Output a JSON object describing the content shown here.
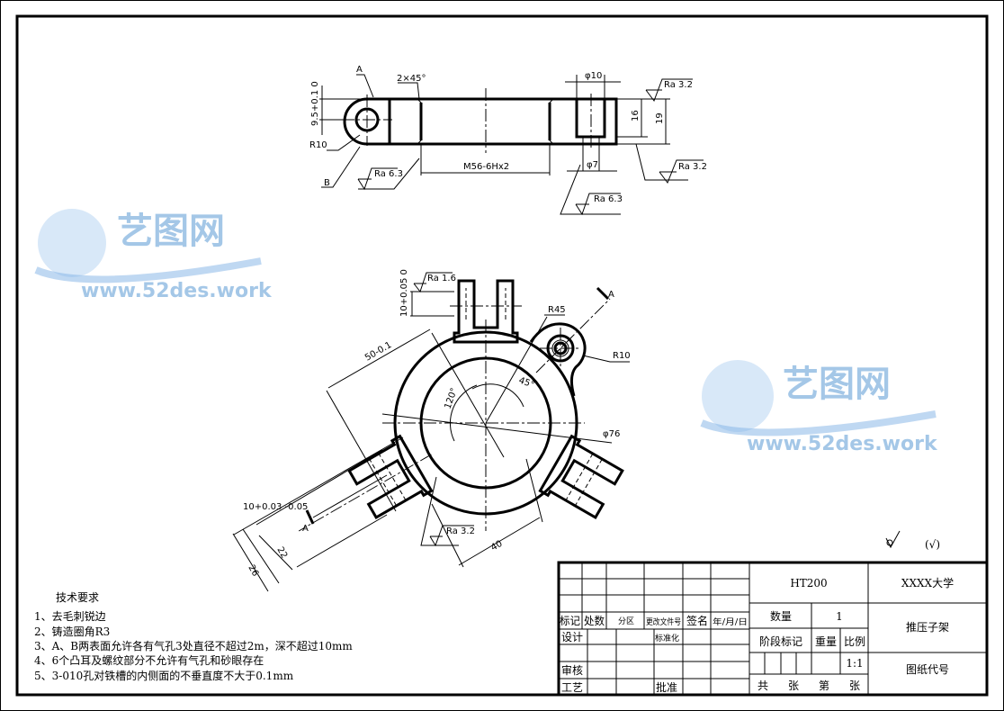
{
  "title_block": {
    "material": "HT200",
    "school": "XXXX大学",
    "part_name": "推压子架",
    "drawing_no_label": "图纸代号",
    "quantity_label": "数量",
    "quantity_value": "1",
    "stage_label": "阶段标记",
    "weight_label": "重量",
    "scale_label": "比例",
    "scale_value": "1:1",
    "sheets": [
      "共",
      "张",
      "第",
      "张"
    ],
    "revision_headers": [
      "标记",
      "处数",
      "分区",
      "更改文件号",
      "签名",
      "年/月/日"
    ],
    "roles": {
      "design": "设计",
      "standard": "标准化",
      "review": "审核",
      "process": "工艺",
      "approve": "批准"
    }
  },
  "notes": {
    "title": "技术要求",
    "items": [
      "1、去毛刺锐边",
      "2、铸造圈角R3",
      "3、A、B两表面允许各有气孔3处直径不超过2m，深不超过10mm",
      "4、6个凸耳及螺纹部分不允许有气孔和砂眼存在",
      "5、3-010孔对铁槽的内侧面的不垂直度不大于0.1mm"
    ]
  },
  "top_view": {
    "label_a": "A",
    "label_b": "B",
    "chamfer": "2×45°",
    "dia10": "φ10",
    "dia7": "φ7",
    "thread": "M56-6Hx2",
    "r10": "R10",
    "h95": "9.5+0.1 0",
    "h16": "16",
    "h19": "19",
    "ra_32_top": "Ra 3.2",
    "ra_32_right": "Ra 3.2",
    "ra_63_left": "Ra 6.3",
    "ra_63_right": "Ra 6.3"
  },
  "main_view": {
    "ra_16": "Ra 1.6",
    "slot": "10+0.05 0",
    "r45": "R45",
    "r10": "R10",
    "section_a": "A",
    "section_a2": "A",
    "d50": "50-0.1",
    "ang45": "45°",
    "ang120": "120°",
    "dia76": "φ76",
    "d10": "10+0.03 -0.05",
    "d22": "22",
    "d26": "26",
    "d40": "40",
    "ra_32": "Ra 3.2"
  },
  "roughness_other": {
    "symbol": "(√)"
  },
  "watermark": {
    "cn": "艺图网",
    "url": "www.52des.work"
  }
}
